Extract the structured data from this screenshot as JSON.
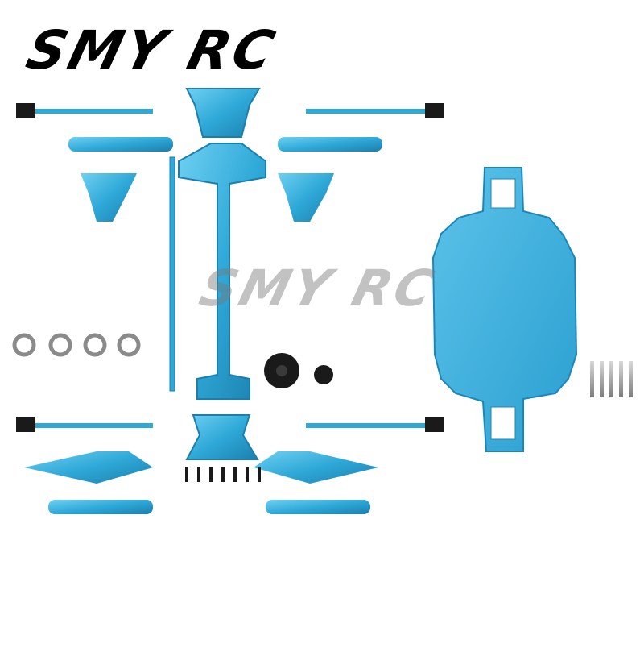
{
  "brand": {
    "logo_text": "SMY RC",
    "watermark_text": "SMY RC"
  },
  "colors": {
    "background": "#ffffff",
    "aluminum_blue": "#2fa9d8",
    "aluminum_blue_dark": "#1b7fae",
    "chassis_plate": "#48b6e0",
    "black_hardware": "#1a1a1a",
    "steel": "#9a9a9a"
  },
  "parts": [
    "front-shock-tower",
    "rear-shock-tower",
    "center-chassis-spine",
    "main-chassis-plate",
    "shock-absorbers",
    "suspension-arms",
    "steering-knuckles",
    "drive-shafts",
    "turnbuckle-links",
    "ball-bearings",
    "spur-and-pinion-gears",
    "screws-and-hardware"
  ]
}
